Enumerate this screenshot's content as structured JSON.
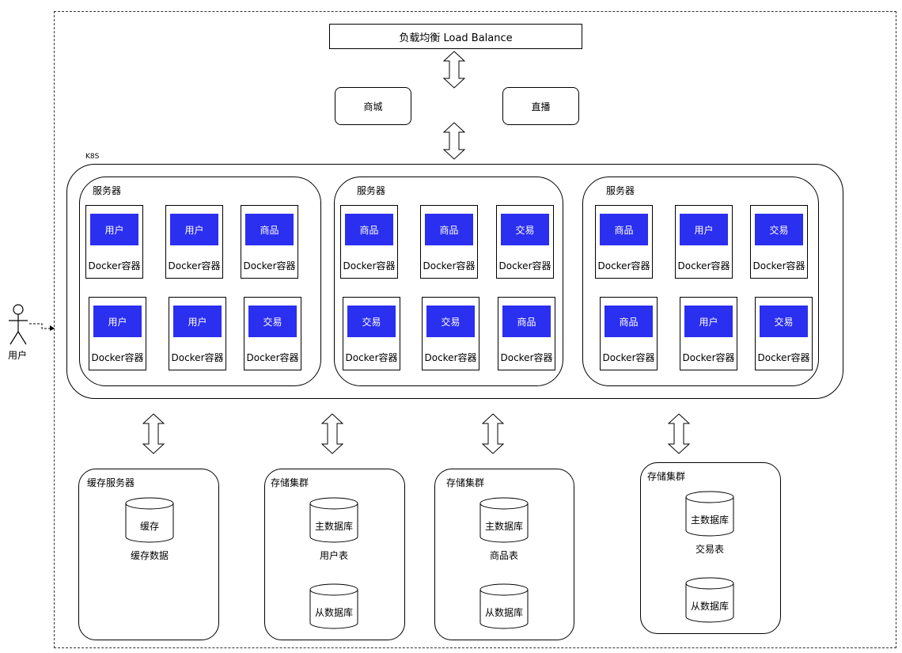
{
  "load_balancer": "负载均衡 Load Balance",
  "services": [
    "商城",
    "直播"
  ],
  "k8s_label": "K8S",
  "user_label": "用户",
  "servers": [
    {
      "title": "服务器",
      "containers": [
        {
          "name": "用户",
          "label": "Docker容器"
        },
        {
          "name": "用户",
          "label": "Docker容器"
        },
        {
          "name": "商品",
          "label": "Docker容器"
        },
        {
          "name": "用户",
          "label": "Docker容器"
        },
        {
          "name": "用户",
          "label": "Docker容器"
        },
        {
          "name": "交易",
          "label": "Docker容器"
        }
      ]
    },
    {
      "title": "服务器",
      "containers": [
        {
          "name": "商品",
          "label": "Docker容器"
        },
        {
          "name": "商品",
          "label": "Docker容器"
        },
        {
          "name": "交易",
          "label": "Docker容器"
        },
        {
          "name": "交易",
          "label": "Docker容器"
        },
        {
          "name": "交易",
          "label": "Docker容器"
        },
        {
          "name": "商品",
          "label": "Docker容器"
        }
      ]
    },
    {
      "title": "服务器",
      "containers": [
        {
          "name": "商品",
          "label": "Docker容器"
        },
        {
          "name": "用户",
          "label": "Docker容器"
        },
        {
          "name": "交易",
          "label": "Docker容器"
        },
        {
          "name": "商品",
          "label": "Docker容器"
        },
        {
          "name": "用户",
          "label": "Docker容器"
        },
        {
          "name": "交易",
          "label": "Docker容器"
        }
      ]
    }
  ],
  "stores": [
    {
      "title": "缓存服务器",
      "db1": "缓存",
      "caption": "缓存数据"
    },
    {
      "title": "存储集群",
      "db1": "主数据库",
      "caption": "用户表",
      "db2": "从数据库"
    },
    {
      "title": "存储集群",
      "db1": "主数据库",
      "caption": "商品表",
      "db2": "从数据库"
    },
    {
      "title": "存储集群",
      "db1": "主数据库",
      "caption": "交易表",
      "db2": "从数据库"
    }
  ],
  "colors": {
    "container_fill": "#2b2ff0"
  }
}
